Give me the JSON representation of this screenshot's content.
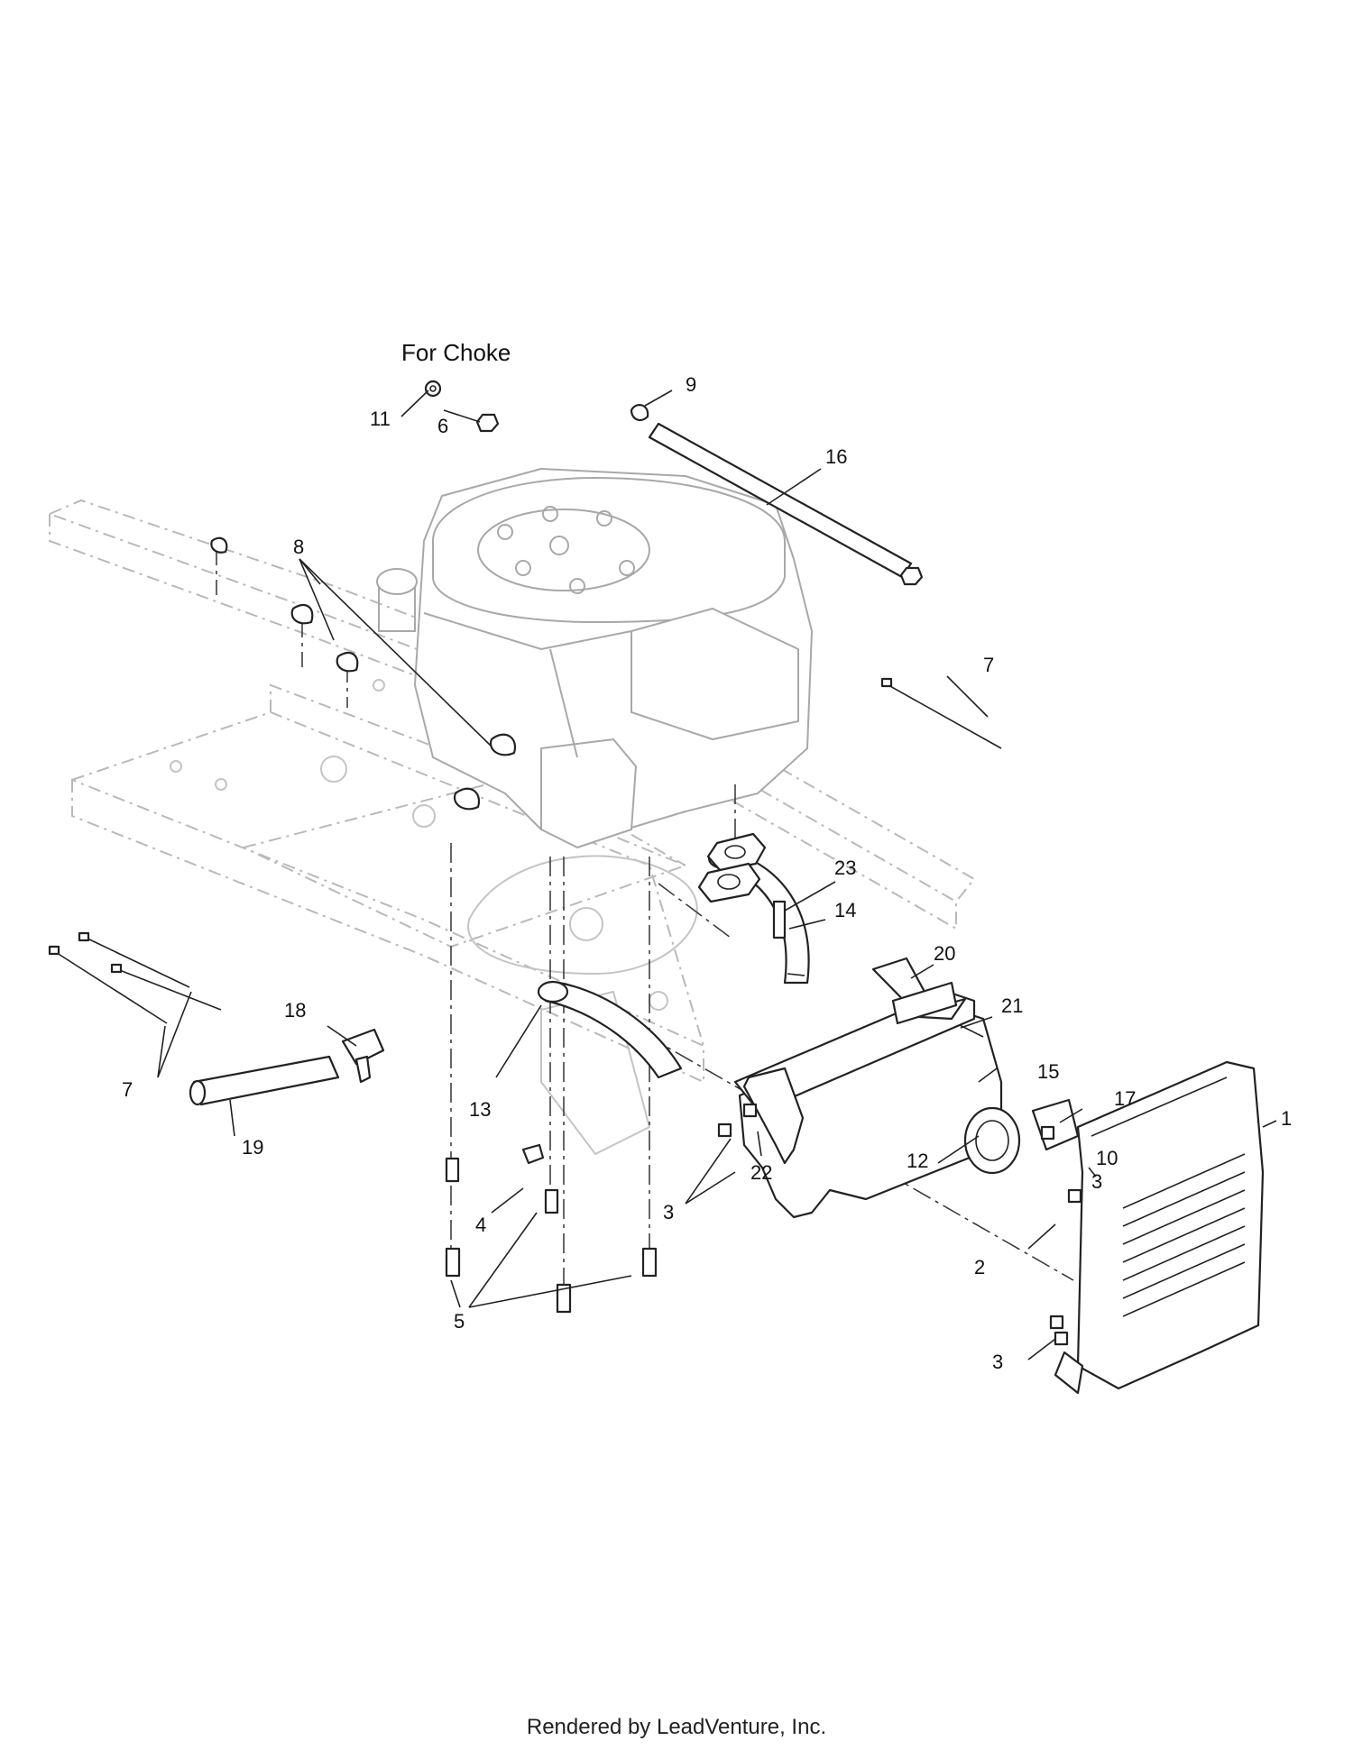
{
  "diagram": {
    "note": "For Choke",
    "callouts": [
      "1",
      "2",
      "3",
      "3",
      "3",
      "4",
      "5",
      "6",
      "7",
      "7",
      "8",
      "9",
      "10",
      "11",
      "12",
      "13",
      "14",
      "15",
      "16",
      "17",
      "18",
      "19",
      "20",
      "21",
      "22",
      "23"
    ]
  },
  "footer": "Rendered by LeadVenture, Inc."
}
